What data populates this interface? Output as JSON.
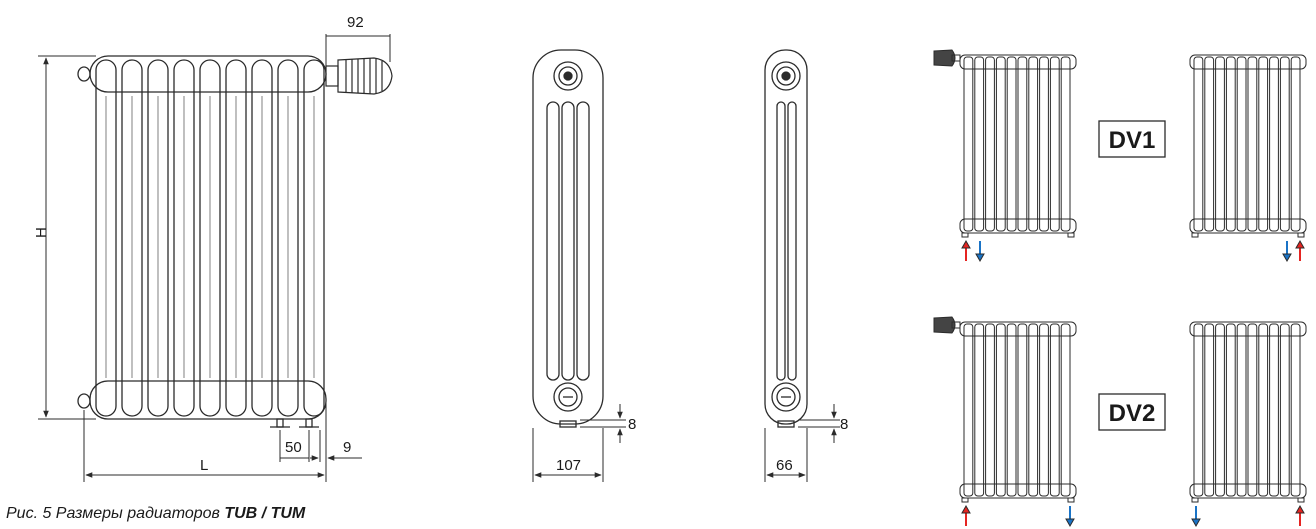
{
  "dimensions": {
    "width_92": "92",
    "height_h": "H",
    "length_l": "L",
    "spacing_50": "50",
    "offset_9": "9",
    "depth_107": "107",
    "depth_66": "66",
    "gap_8_a": "8",
    "gap_8_b": "8"
  },
  "connections": {
    "dv1": "DV1",
    "dv2": "DV2"
  },
  "caption": {
    "prefix": "Рис. 5 Размеры радиаторов ",
    "models": "TUB / TUM"
  },
  "colors": {
    "line": "#2b2b2b",
    "supply_arrow": "#e52421",
    "return_arrow": "#1a73c6"
  },
  "icons": {
    "supply": "arrow-up-icon",
    "return": "arrow-down-icon",
    "valve": "thermostatic-valve-icon"
  }
}
